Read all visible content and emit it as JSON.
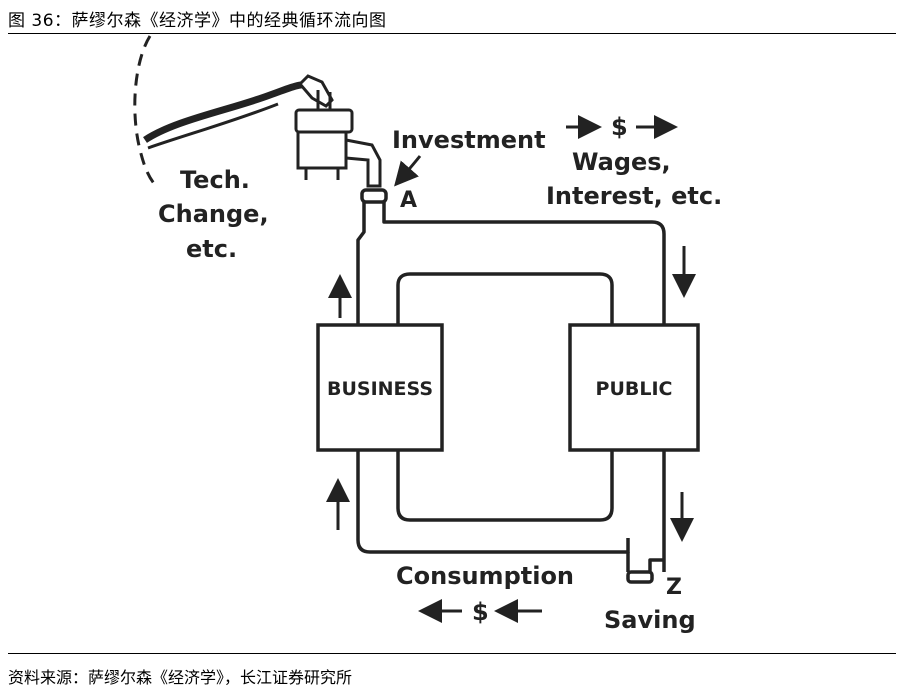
{
  "header": {
    "title": "图 36：萨缪尔森《经济学》中的经典循环流向图"
  },
  "footer": {
    "source": "资料来源：萨缪尔森《经济学》，长江证券研究所"
  },
  "diagram": {
    "labels": {
      "investment": "Investment",
      "point_a": "A",
      "dollar_top": "$",
      "wages_line1": "Wages,",
      "wages_line2": "Interest, etc.",
      "tech_line1": "Tech.",
      "tech_line2": "Change,",
      "tech_line3": "etc.",
      "business": "BUSINESS",
      "public": "PUBLIC",
      "consumption": "Consumption",
      "dollar_bottom": "$",
      "point_z": "Z",
      "saving": "Saving"
    }
  }
}
